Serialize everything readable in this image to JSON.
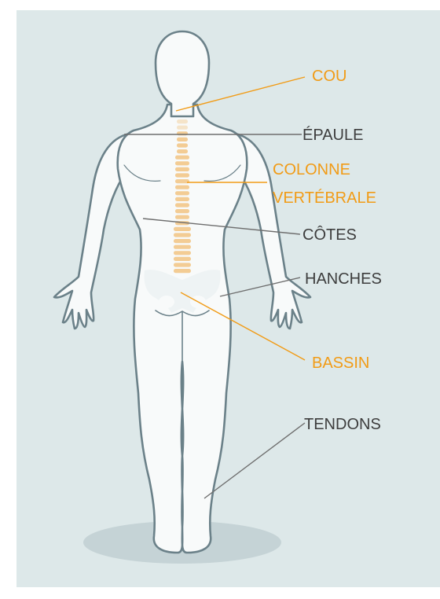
{
  "colors": {
    "background": "#dde8e9",
    "body_fill": "#f8fafa",
    "body_outline": "#6b8189",
    "spine": "#f2c98e",
    "accent_label": "#f19b16",
    "neutral_label": "#3d3d3d",
    "neutral_line": "#6e6e6e",
    "shadow": "#c1d0d3"
  },
  "labels": {
    "cou": "COU",
    "epaule": "ÉPAULE",
    "colonne_1": "COLONNE",
    "colonne_2": "VERTÉBRALE",
    "cotes": "CÔTES",
    "hanches": "HANCHES",
    "bassin": "BASSIN",
    "tendons": "TENDONS"
  }
}
